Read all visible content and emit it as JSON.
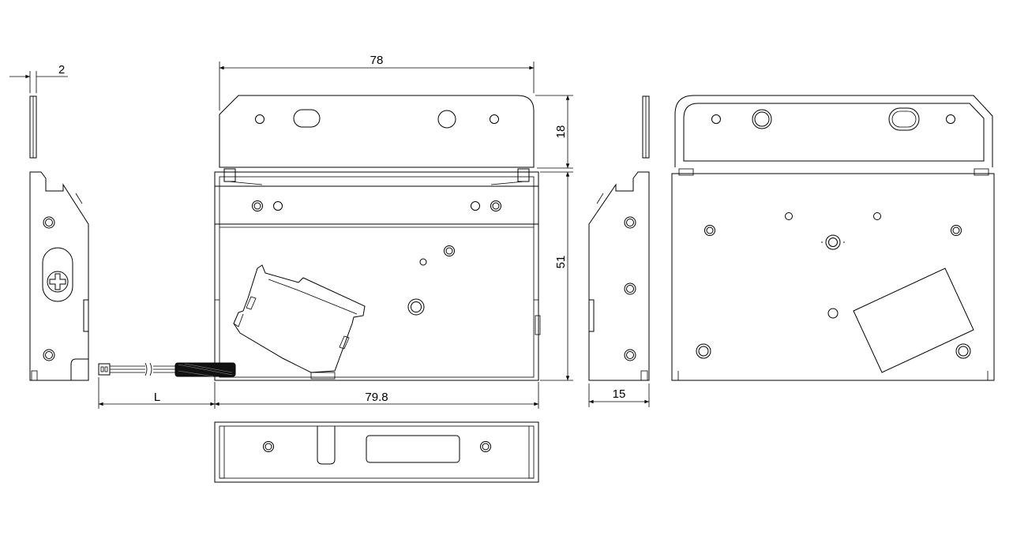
{
  "drawing": {
    "dimensions": {
      "top_width": "78",
      "top_height": "18",
      "body_height": "51",
      "bottom_width": "79.8",
      "cable_length": "L",
      "side_depth": "15",
      "plate_thickness": "2"
    },
    "colors": {
      "line": "#000000",
      "background": "#ffffff",
      "cable_sleeve": "#111111"
    }
  }
}
